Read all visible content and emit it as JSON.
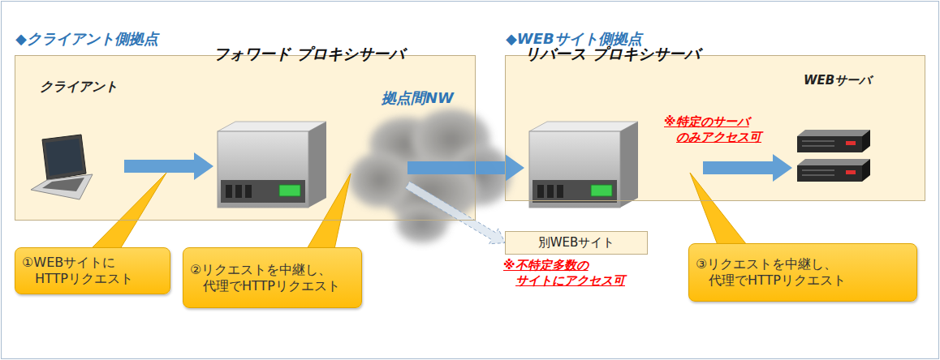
{
  "diagram": {
    "nodes": [
      {
        "text": [
          "◆クライアント側拠点"
        ]
      },
      {
        "text": [
          "クライアント"
        ],
        "in": 0
      },
      {
        "text": [
          "フォワード プロキシサーバ"
        ],
        "in": 0
      },
      {
        "text": [
          "◆WEBサイト側拠点"
        ]
      },
      {
        "text": [
          "リバース プロキシサーバ"
        ],
        "in": 3
      },
      {
        "text": [
          "WEBサーバ"
        ],
        "in": 3
      },
      {
        "text": [
          "別WEBサイト"
        ]
      },
      {
        "text": [
          "①WEBサイトに HTTPリクエスト"
        ]
      },
      {
        "text": [
          "②リクエストを中継し、 代理でHTTPリクエスト"
        ]
      },
      {
        "text": [
          "③リクエストを中継し、 代理でHTTPリクエスト"
        ]
      }
    ],
    "edges": [
      {
        "from": 1,
        "to": 2,
        "arrow": "to"
      },
      {
        "from": 2,
        "to": 4,
        "arrow": "to"
      },
      {
        "from": 4,
        "to": 5,
        "arrow": "to"
      },
      {
        "from": 2,
        "to": 6,
        "arrow": "to"
      }
    ],
    "labels": [
      "拠点間NW",
      "※特定のサーバ のみアクセス可",
      "※不特定多数の サイトにアクセス可"
    ]
  }
}
